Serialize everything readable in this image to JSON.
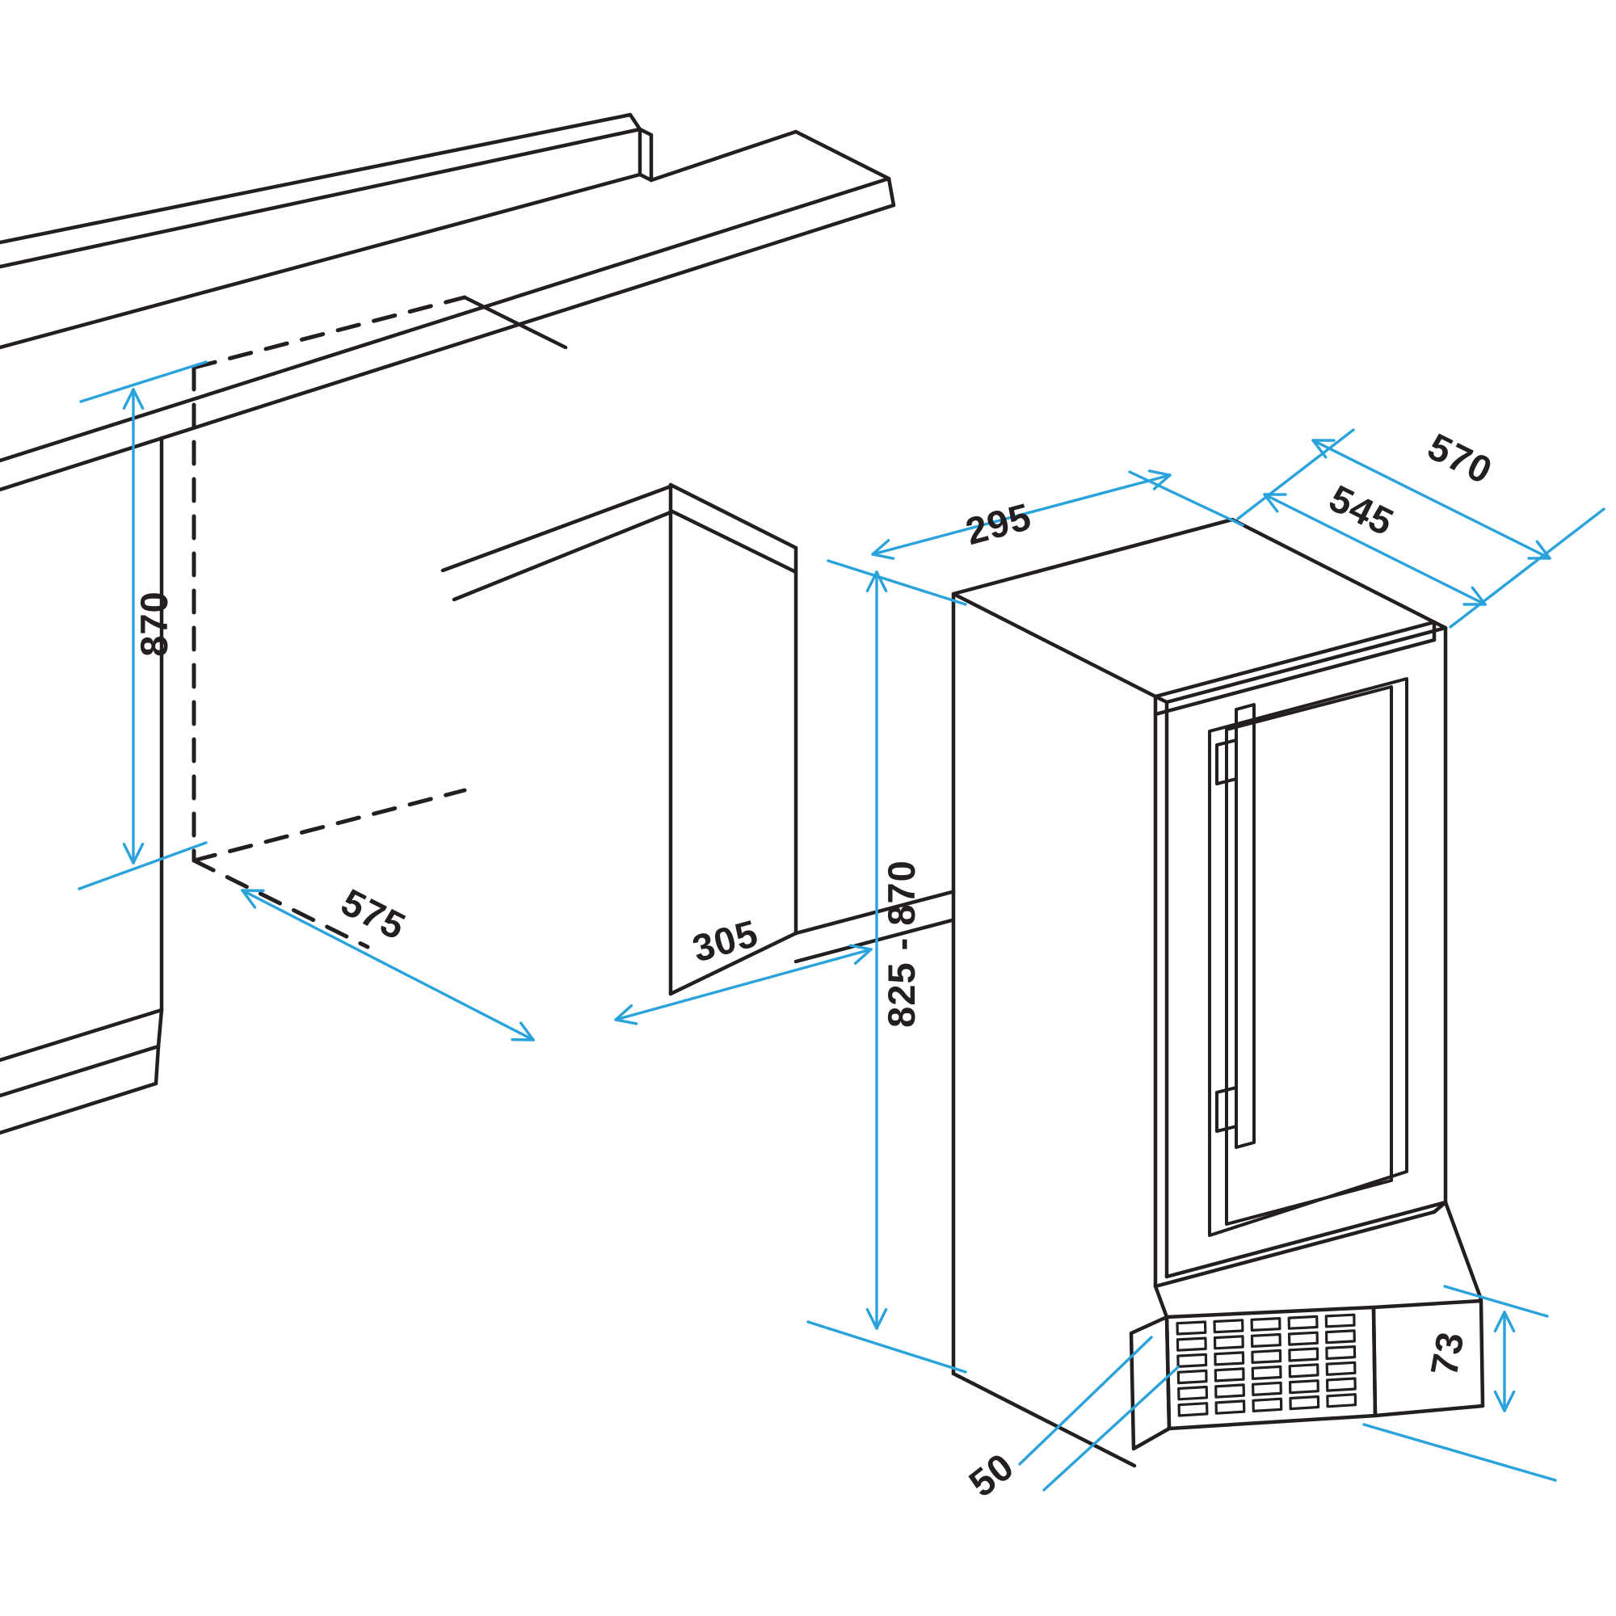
{
  "diagram": {
    "type": "installation-dimension-drawing",
    "subject": "built-under slim cooler: kitchen niche (left) and appliance unit (right)",
    "units": "mm",
    "niche": {
      "height": "870",
      "depth": "575",
      "width": "305"
    },
    "unit": {
      "width": "295",
      "body_depth": "545",
      "total_depth": "570",
      "height_range": "825 - 870",
      "plinth_vent_height": "73",
      "plinth_recess_depth": "50"
    },
    "labels": {
      "niche_height": "870",
      "niche_depth": "575",
      "niche_width": "305",
      "unit_width": "295",
      "unit_body_depth": "545",
      "unit_total_depth": "570",
      "unit_height_range": "825 - 870",
      "vent_height": "73",
      "vent_recess": "50"
    },
    "grille": {
      "columns": 5,
      "rows": 6
    },
    "colors": {
      "line": "#231f20",
      "dimension": "#2aa3dd",
      "background": "#ffffff"
    }
  }
}
